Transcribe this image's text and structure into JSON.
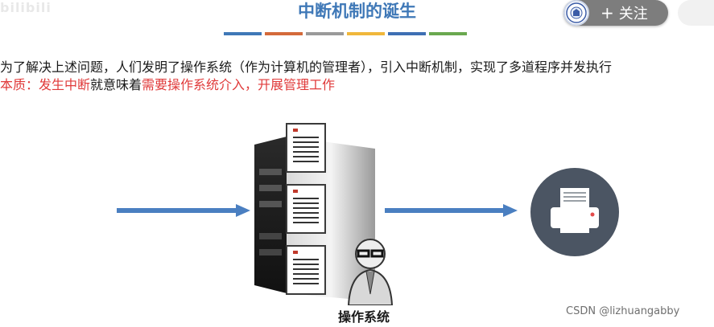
{
  "watermark": "bilibili",
  "header": {
    "title": "中断机制的诞生",
    "colors": [
      "#3f78b7",
      "#d46a3a",
      "#9a9a9a",
      "#f0b73b",
      "#3e6fb3",
      "#6aa84f"
    ]
  },
  "follow": {
    "plus": "+",
    "label": "关注"
  },
  "content": {
    "line1": "为了解决上述问题，人们发明了操作系统（作为计算机的管理者），引入中断机制，实现了多道程序并发执行",
    "line2_part1": "本质：发生中断",
    "line2_part2": "就意味着",
    "line2_part3": "需要操作系统介入，开展管理工作"
  },
  "diagram": {
    "os_label": "操作系统"
  },
  "footer": {
    "credit": "CSDN @lizhuangabby"
  }
}
